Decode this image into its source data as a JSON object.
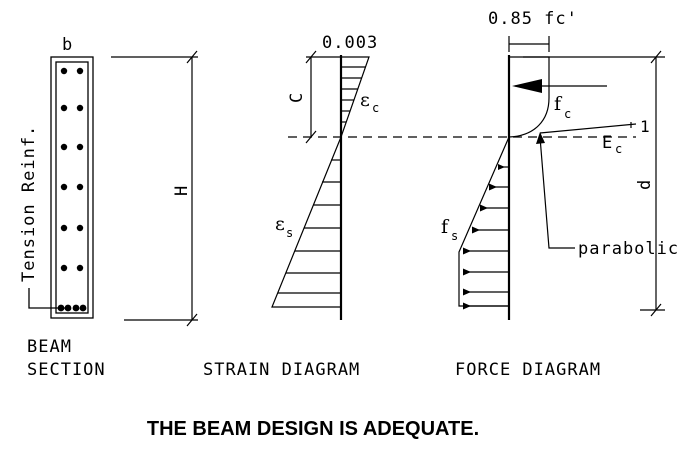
{
  "section": {
    "width_label": "b",
    "height_label": "H",
    "reinf_label": "Tension Reinf.",
    "caption_line1": "BEAM",
    "caption_line2": "SECTION"
  },
  "strain": {
    "top_value": "0.003",
    "depth_label": "C",
    "ec_symbol": "ε",
    "ec_sub": "c",
    "es_symbol": "ε",
    "es_sub": "s",
    "caption": "STRAIN DIAGRAM"
  },
  "force": {
    "top_value": "0.85 fc'",
    "fc_symbol": "f",
    "fc_sub": "c",
    "Ec_symbol": "E",
    "Ec_sub": "c",
    "slope_label": "1",
    "depth_label": "d",
    "fs_symbol": "f",
    "fs_sub": "s",
    "parabolic_label": "parabolic",
    "caption": "FORCE DIAGRAM"
  },
  "result_message": "THE BEAM DESIGN IS ADEQUATE."
}
